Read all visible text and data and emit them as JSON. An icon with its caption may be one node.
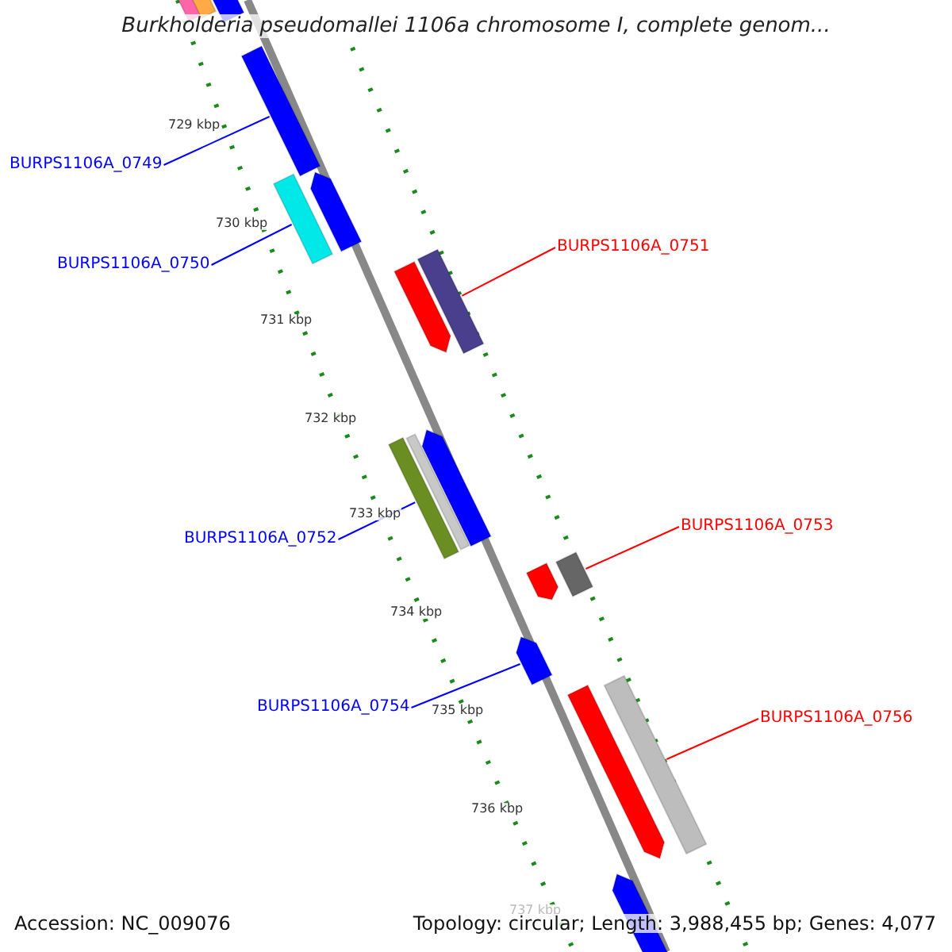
{
  "diagram": {
    "title": "Burkholderia pseudomallei 1106a chromosome I, complete genom...",
    "nodes": [
      {
        "text": [
          "BURPS1106A_0749"
        ]
      },
      {
        "text": [
          "BURPS1106A_0750"
        ]
      },
      {
        "text": [
          "BURPS1106A_0751"
        ]
      },
      {
        "text": [
          "BURPS1106A_0752"
        ]
      },
      {
        "text": [
          "BURPS1106A_0753"
        ]
      },
      {
        "text": [
          "BURPS1106A_0754"
        ]
      },
      {
        "text": [
          "BURPS1106A_0756"
        ]
      },
      {
        "text": [],
        "shape": "bar"
      },
      {
        "text": [],
        "shape": "bar"
      },
      {
        "text": [],
        "shape": "bar"
      },
      {
        "text": [],
        "shape": "bar"
      },
      {
        "text": [],
        "shape": "bar"
      },
      {
        "text": [],
        "shape": "bar"
      },
      {
        "text": [],
        "shape": "bar"
      },
      {
        "text": [],
        "shape": "bar"
      },
      {
        "text": [],
        "shape": "bar"
      },
      {
        "text": [],
        "shape": "bar"
      },
      {
        "text": [],
        "shape": "bar"
      },
      {
        "text": [],
        "shape": "bar"
      },
      {
        "text": [],
        "shape": "bar"
      },
      {
        "text": [],
        "shape": "bar"
      },
      {
        "text": [],
        "shape": "bar"
      },
      {
        "text": [],
        "shape": "bar"
      },
      {
        "text": [],
        "shape": "bar"
      }
    ],
    "edges": [
      {
        "from": 0,
        "to": 7,
        "arrow": "none"
      },
      {
        "from": 1,
        "to": 8,
        "arrow": "none"
      },
      {
        "from": 2,
        "to": 9,
        "arrow": "none",
        "color": "#ff0000"
      },
      {
        "from": 3,
        "to": 10,
        "arrow": "none"
      },
      {
        "from": 4,
        "to": 11,
        "arrow": "none",
        "color": "#ff0000"
      },
      {
        "from": 5,
        "to": 12,
        "arrow": "none"
      },
      {
        "from": 6,
        "to": 13,
        "arrow": "none",
        "color": "#ff0000"
      }
    ],
    "labels": [
      "729 kbp",
      "730 kbp",
      "731 kbp",
      "732 kbp",
      "733 kbp",
      "734 kbp",
      "735 kbp",
      "736 kbp",
      "737 kbp",
      "Accession: NC_009076",
      "Topology: circular; Length: 3,988,455 bp; Genes: 4,077"
    ]
  }
}
